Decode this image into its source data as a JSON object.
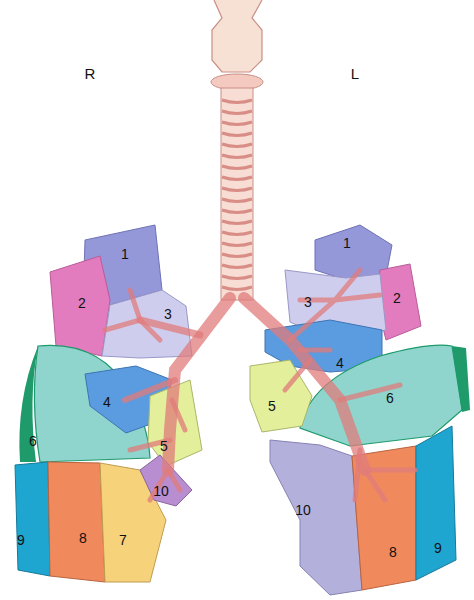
{
  "diagram": {
    "labels": [
      "R",
      "L",
      "1",
      "2",
      "3",
      "4",
      "5",
      "6",
      "10",
      "9",
      "8",
      "7",
      "1",
      "2",
      "3",
      "4",
      "5",
      "6",
      "10",
      "8",
      "9"
    ]
  }
}
